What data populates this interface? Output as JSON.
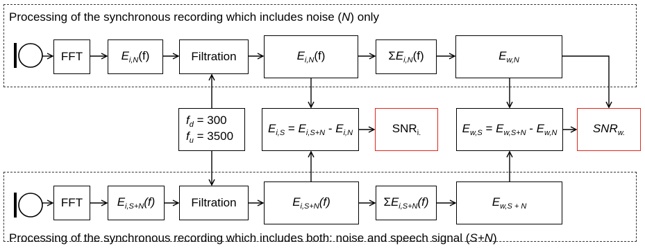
{
  "top_group": {
    "label_pre": "Processing of the synchronous recording which includes noise (",
    "label_var": "N",
    "label_post": ") only"
  },
  "bottom_group": {
    "label_pre": "Processing of the synchronous recording which includes both: noise and speech signal (",
    "label_var": "S+N",
    "label_post": ")"
  },
  "top_row": {
    "fft": "FFT",
    "spectrum": {
      "var": "E",
      "sub": "i,N",
      "arg": "(f)"
    },
    "filtration": "Filtration",
    "filtered": {
      "var": "E",
      "sub": "i,N",
      "arg": "(f)"
    },
    "sum": {
      "sigma": "Σ",
      "var": "E",
      "sub": "i,N",
      "arg": "(f)"
    },
    "weighted": {
      "var": "E",
      "sub": "w,N"
    }
  },
  "bottom_row": {
    "fft": "FFT",
    "spectrum": {
      "var": "E",
      "sub": "i,S+N",
      "arg": "(f)"
    },
    "filtration": "Filtration",
    "filtered": {
      "var": "E",
      "sub": "i,S+N",
      "arg": "(f)"
    },
    "sum": {
      "sigma": "Σ",
      "var": "E",
      "sub": "i,S+N",
      "arg": "(f)"
    },
    "weighted": {
      "var": "E",
      "sub": "w,S + N"
    }
  },
  "middle_row": {
    "cutoff": {
      "fd_var": "f",
      "fd_sub": "d",
      "fd_val": " = 300",
      "fu_var": "f",
      "fu_sub": "u",
      "fu_val": " = 3500"
    },
    "subtract_i": {
      "lhs_var": "E",
      "lhs_sub": "i,S",
      "eq": " = ",
      "a_var": "E",
      "a_sub": "i,S+N",
      "minus": " - ",
      "b_var": "E",
      "b_sub": "i,N"
    },
    "snr_i": {
      "main": "SNR",
      "sub": "i."
    },
    "subtract_w": {
      "lhs_var": "E",
      "lhs_sub": "w,S",
      "eq": " = ",
      "a_var": "E",
      "a_sub": "w,S+N",
      "minus": " - ",
      "b_var": "E",
      "b_sub": "w,N"
    },
    "snr_w": {
      "main": "SNR",
      "sub": "w."
    }
  },
  "colors": {
    "result_border": "#e0261b",
    "line": "#000000"
  }
}
